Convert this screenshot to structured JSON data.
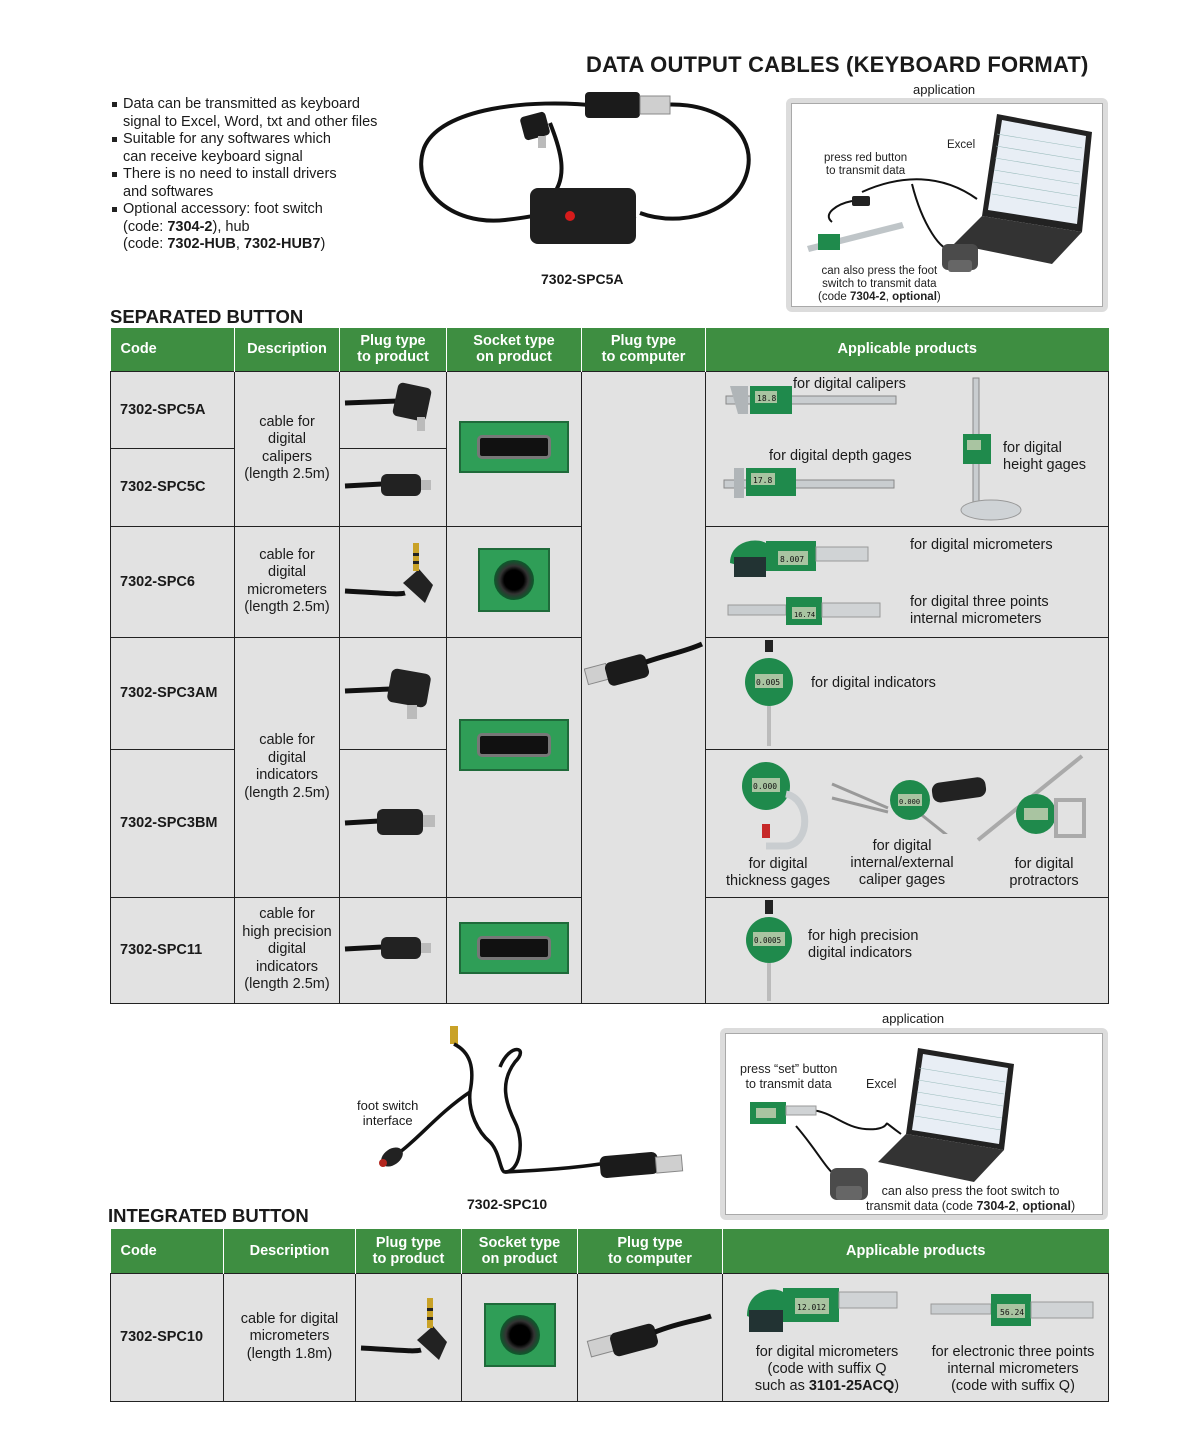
{
  "title": "DATA OUTPUT CABLES (KEYBOARD FORMAT)",
  "bullets": [
    {
      "lines": [
        "Data can be transmitted as keyboard",
        "signal to Excel, Word, txt and other files"
      ]
    },
    {
      "lines": [
        "Suitable for any softwares which",
        "can receive keyboard signal"
      ]
    },
    {
      "lines": [
        "There is no need to install drivers",
        "and softwares"
      ]
    },
    {
      "lines": [
        "Optional accessory: foot switch"
      ]
    }
  ],
  "bullet4": {
    "l2_pre": "(code: ",
    "l2_code": "7304-2",
    "l2_post": "), hub",
    "l3_pre": "(code: ",
    "l3_code1": "7302-HUB",
    "l3_sep": ", ",
    "l3_code2": "7302-HUB7",
    "l3_post": ")"
  },
  "hero1": {
    "caption": "7302-SPC5A"
  },
  "app1": {
    "label": "application",
    "excel": "Excel",
    "press_red": [
      "press red button",
      "to transmit data"
    ],
    "foot_l1": "can also press the foot",
    "foot_l2": "switch to transmit data",
    "foot_l3_pre": "(code ",
    "foot_l3_code": "7304-2",
    "foot_l3_sep": ", ",
    "foot_l3_opt": "optional",
    "foot_l3_post": ")"
  },
  "sep": {
    "heading": "SEPARATED BUTTON",
    "headers": {
      "code": "Code",
      "description": "Description",
      "plug_product": [
        "Plug type",
        "to product"
      ],
      "socket_product": [
        "Socket type",
        "on product"
      ],
      "plug_computer": [
        "Plug type",
        "to computer"
      ],
      "applicable": "Applicable products"
    },
    "codes": [
      "7302-SPC5A",
      "7302-SPC5C",
      "7302-SPC6",
      "7302-SPC3AM",
      "7302-SPC3BM",
      "7302-SPC11"
    ],
    "desc_calipers": [
      "cable for",
      "digital",
      "calipers",
      "(length 2.5m)"
    ],
    "desc_micrometers": [
      "cable for",
      "digital",
      "micrometers",
      "(length 2.5m)"
    ],
    "desc_indicators": [
      "cable for",
      "digital",
      "indicators",
      "(length 2.5m)"
    ],
    "desc_hp": [
      "cable for",
      "high precision",
      "digital",
      "indicators",
      "(length 2.5m)"
    ],
    "apps": {
      "calipers": "for digital calipers",
      "depth": "for digital depth gages",
      "height": [
        "for digital",
        "height gages"
      ],
      "micrometers": "for digital micrometers",
      "three_points": [
        "for digital three points",
        "internal micrometers"
      ],
      "indicators": "for digital indicators",
      "thickness": [
        "for digital",
        "thickness gages"
      ],
      "caliper_gages": [
        "for digital",
        "internal/external",
        "caliper gages"
      ],
      "protractors": [
        "for digital",
        "protractors"
      ],
      "hp_indicators": [
        "for high precision",
        "digital indicators"
      ]
    },
    "lcd": {
      "calipers": "18.8",
      "depth": "17.8",
      "micrometer": "8.007",
      "three": "16.74",
      "indicator": "0.005",
      "thickness": "0.000",
      "caliper_gage": "0.000",
      "hp": "0.0005"
    }
  },
  "hero2": {
    "caption": "7302-SPC10",
    "foot_interface": [
      "foot switch",
      "interface"
    ]
  },
  "app2": {
    "label": "application",
    "excel": "Excel",
    "press_set": [
      "press “set” button",
      "to transmit data"
    ],
    "foot_l1": "can also press the foot switch to",
    "foot_l2_pre": "transmit data (code ",
    "foot_l2_code": "7304-2",
    "foot_l2_sep": ", ",
    "foot_l2_opt": "optional",
    "foot_l2_post": ")"
  },
  "int": {
    "heading": "INTEGRATED BUTTON",
    "headers": {
      "code": "Code",
      "description": "Description",
      "plug_product": [
        "Plug type",
        "to product"
      ],
      "socket_product": [
        "Socket type",
        "on product"
      ],
      "plug_computer": [
        "Plug type",
        "to computer"
      ],
      "applicable": "Applicable products"
    },
    "code": "7302-SPC10",
    "desc": [
      "cable for digital",
      "micrometers",
      "(length 1.8m)"
    ],
    "app_mic": {
      "l1": "for digital micrometers",
      "l2": "(code with suffix Q",
      "l3_pre": "such as ",
      "l3_code": "3101-25ACQ",
      "l3_post": ")"
    },
    "app_three": [
      "for electronic three points",
      "internal micrometers",
      "(code with suffix Q)"
    ],
    "lcd": {
      "mic": "12.012",
      "three": "56.24"
    }
  },
  "colors": {
    "header_green": "#3e8e41",
    "cell_gray": "#e2e2e2",
    "socket_green": "#2f9e57",
    "instrument_green": "#1f8a4c"
  }
}
